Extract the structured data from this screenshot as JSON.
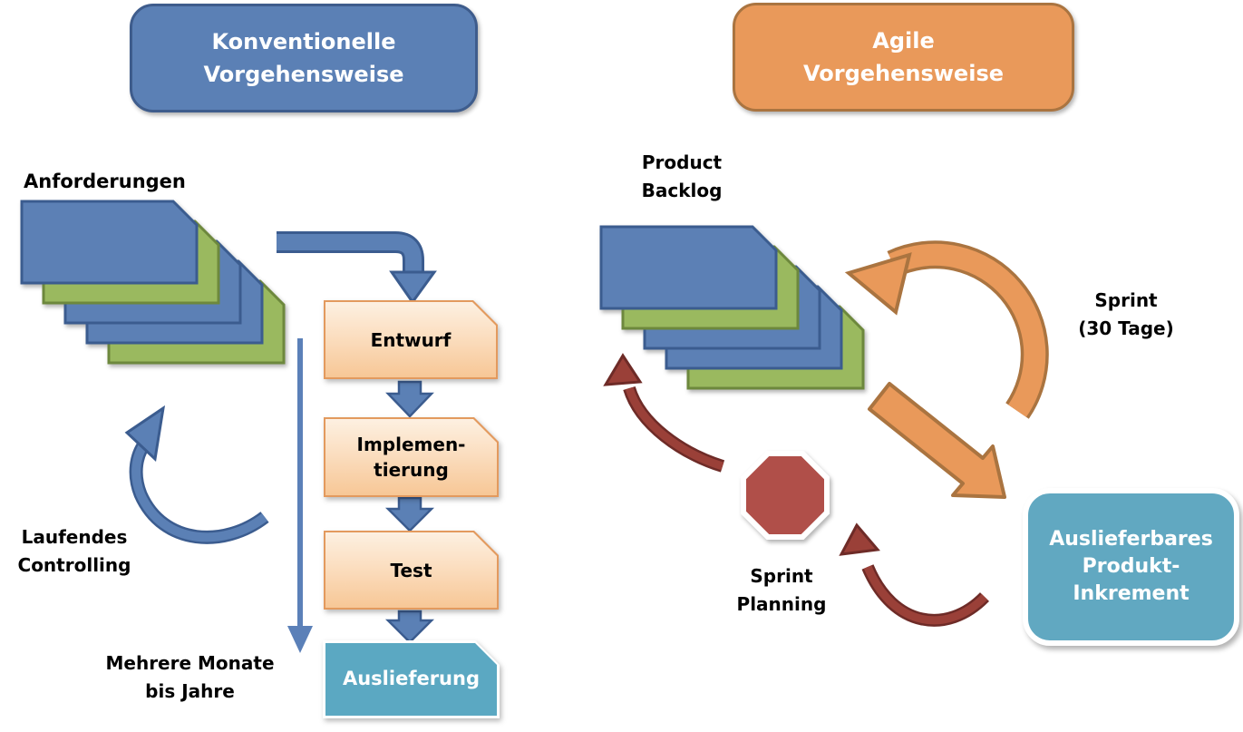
{
  "headers": {
    "conventional": "Konventionelle\nVorgehensweise",
    "agile": "Agile\nVorgehensweise"
  },
  "labels": {
    "anforderungen": "Anforderungen",
    "product_backlog": "Product\nBacklog",
    "laufendes_controlling": "Laufendes\nControlling",
    "mehrere_monate": "Mehrere Monate\nbis Jahre",
    "sprint_30_tage": "Sprint\n(30 Tage)",
    "sprint_planning": "Sprint\nPlanning"
  },
  "process_boxes": {
    "entwurf": "Entwurf",
    "implementierung": "Implemen-\ntierung",
    "test": "Test",
    "auslieferung": "Auslieferung"
  },
  "result_box": "Auslieferbares\nProdukt-\nInkrement",
  "icons": [
    "elbow-arrow-icon",
    "down-arrow-icon",
    "timeline-arrow-icon",
    "controlling-loop-arrow-icon",
    "sprint-loop-arrow-icon",
    "deliver-arrow-icon",
    "retro-arrow-left-icon",
    "retro-arrow-right-icon",
    "stop-octagon-icon",
    "requirements-card-stack",
    "backlog-card-stack"
  ],
  "colors": {
    "blue_fill": "#5b80b5",
    "blue_border": "#3b5c8f",
    "green_fill": "#9ab95e",
    "green_border": "#6d883c",
    "orange_fill": "#e9995a",
    "orange_border": "#aa7440",
    "process_border": "#e39a5e",
    "teal_fill": "#5ba8c2",
    "red_arrow": "#9a4038",
    "octagon_red": "#b0504a",
    "text_black": "#000000",
    "text_white": "#ffffff"
  }
}
